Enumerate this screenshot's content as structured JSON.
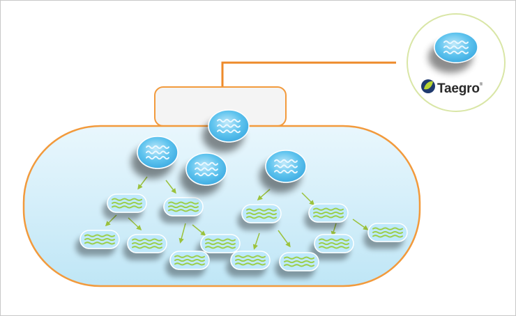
{
  "brand": {
    "name": "Taegro",
    "trademark": "®"
  },
  "colors": {
    "cell_outline": "#f29a3c",
    "cell_fill": "#d7f0fb",
    "arrow_orange": "#ee8a2a",
    "bacteria_blue": "#5ec3ee",
    "bacteria_green": "#9ccf4a",
    "arrow_green": "#9bc23c",
    "gate_fill": "#f4f4f4",
    "logo_circle": "#d9e6a6"
  },
  "diagram": {
    "blue_bacteria_count": 5,
    "green_bacteria_count": 12
  }
}
